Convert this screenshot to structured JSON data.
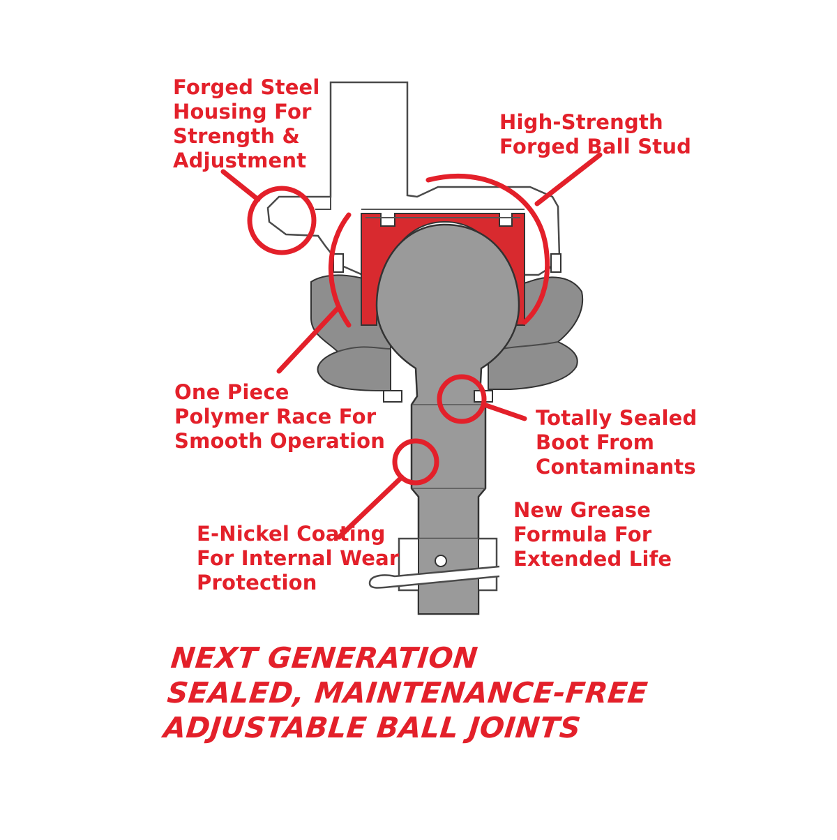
{
  "colors": {
    "accent_red": "#e3202a",
    "part_gray": "#9a9a9a",
    "part_dark_gray": "#7d7d7d",
    "outline_gray": "#4a4a4a",
    "background": "#ffffff"
  },
  "callouts": {
    "housing": [
      "Forged Steel",
      "Housing For",
      "Strength &",
      "Adjustment"
    ],
    "ball_stud": [
      "High-Strength",
      "Forged Ball Stud"
    ],
    "race": [
      "One Piece",
      "Polymer Race For",
      "Smooth Operation"
    ],
    "boot": [
      "Totally Sealed",
      "Boot From",
      "Contaminants"
    ],
    "grease": [
      "New Grease",
      "Formula For",
      "Extended Life"
    ],
    "coating": [
      "E-Nickel Coating",
      "For Internal Wear",
      "Protection"
    ]
  },
  "headline": [
    "NEXT GENERATION",
    "SEALED, MAINTENANCE-FREE",
    "ADJUSTABLE BALL JOINTS"
  ]
}
